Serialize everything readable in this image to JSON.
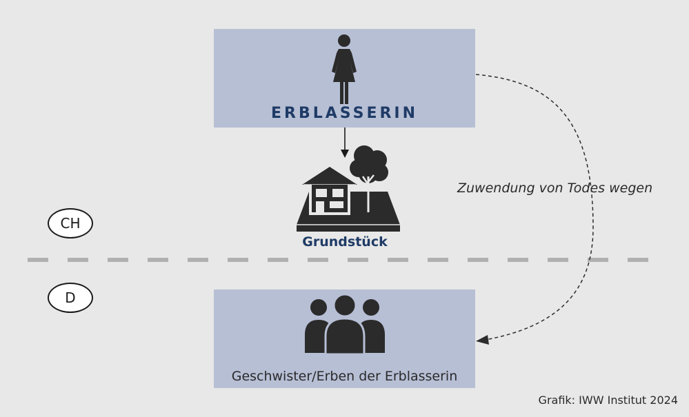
{
  "top_box": {
    "title": "ERBLASSERIN"
  },
  "property": {
    "label": "Grundstück"
  },
  "bottom_box": {
    "title": "Geschwister/Erben der Erblasserin"
  },
  "countries": {
    "upper": "CH",
    "lower": "D"
  },
  "transfer": {
    "label": "Zuwendung von Todes wegen"
  },
  "credit": "Grafik: IWW Institut 2024",
  "colors": {
    "background": "#e8e8e8",
    "box_fill": "#b7bfd5",
    "heading_blue": "#1f3b66",
    "icon_dark": "#2b2b2b",
    "border_line": "#b0b0b0"
  },
  "icons": [
    "woman-icon",
    "house-with-tree-icon",
    "people-group-icon"
  ]
}
